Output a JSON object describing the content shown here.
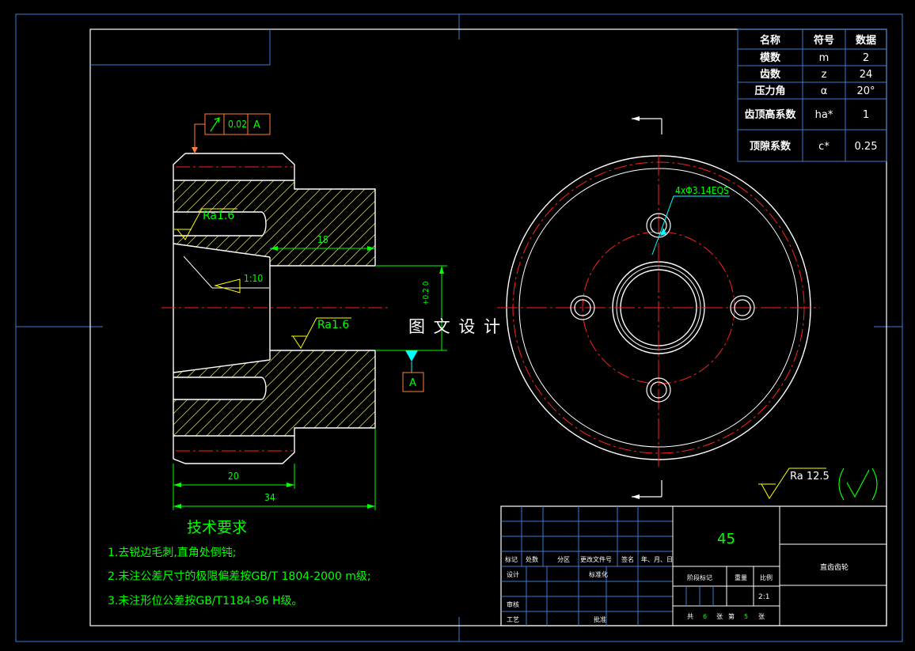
{
  "params_table": {
    "headers": [
      "名称",
      "符号",
      "数据"
    ],
    "rows": [
      [
        "模数",
        "m",
        "2"
      ],
      [
        "齿数",
        "z",
        "24"
      ],
      [
        "压力角",
        "α",
        "20°"
      ],
      [
        "齿顶高系数",
        "ha*",
        "1"
      ],
      [
        "顶隙系数",
        "c*",
        "0.25"
      ]
    ]
  },
  "annotations": {
    "runout_value": "0.02",
    "datum_letter": "A",
    "roughness_1": "Ra1.6",
    "roughness_2": "Ra1.6",
    "taper": "1:10",
    "dim_18": "18",
    "dim_20": "20",
    "dim_34": "34",
    "bore_tol": "+0.2\n0",
    "hole_note": "4xΦ3.14EQS",
    "watermark": "图 文 设 计",
    "roughness_rest": "Ra 12.5"
  },
  "tech_req": {
    "title": "技术要求",
    "items": [
      "1.去锐边毛刺,直角处倒钝;",
      "2.未注公差尺寸的极限偏差按GB/T 1804-2000 m级;",
      "3.未注形位公差按GB/T1184-96 H级。"
    ]
  },
  "title_block": {
    "material": "45",
    "part_name": "直齿齿轮",
    "scale": "2:1",
    "labels": {
      "mark": "标记",
      "count": "处数",
      "zone": "分区",
      "doc": "更改文件号",
      "sign": "签名",
      "date": "年、月、日",
      "design": "设计",
      "std": "标准化",
      "stage": "阶段标记",
      "weight": "重量",
      "ratio": "比例",
      "review": "审核",
      "craft": "工艺",
      "approve": "批准",
      "sheets": "共",
      "sheets_n": "6",
      "sheet_unit": "张",
      "sheet_no": "第",
      "sheet_no_n": "5",
      "sheet_unit2": "张"
    }
  }
}
